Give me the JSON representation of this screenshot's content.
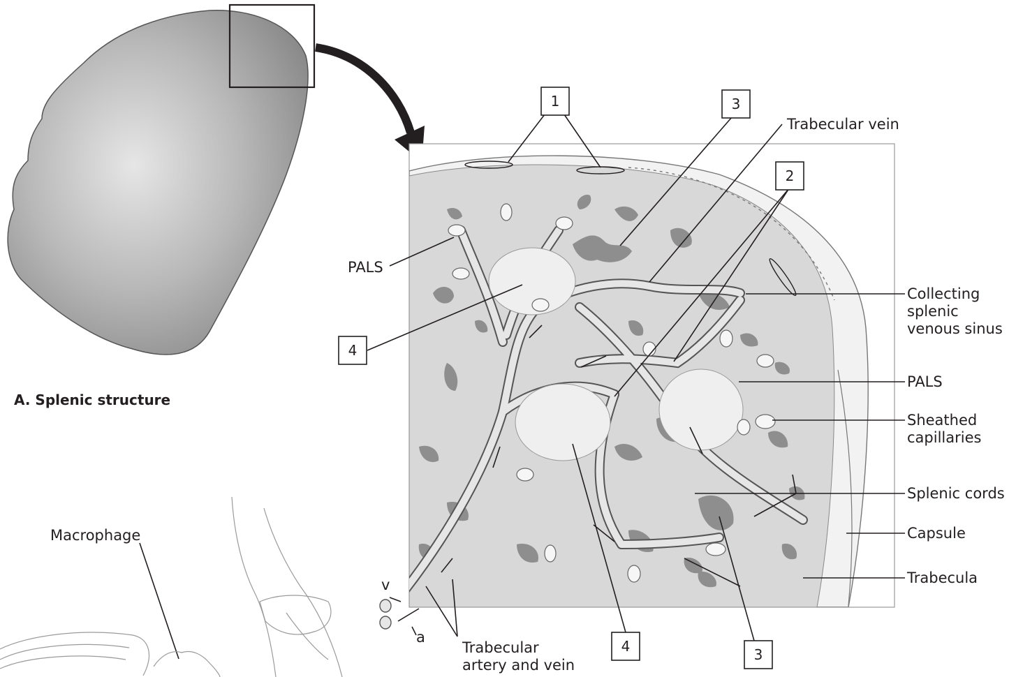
{
  "panel_title": "A. Splenic structure",
  "number_boxes": [
    "1",
    "3",
    "2",
    "4",
    "4",
    "3"
  ],
  "labels": {
    "trabecular_vein": "Trabecular vein",
    "pals_left": "PALS",
    "collecting": [
      "Collecting",
      "splenic",
      "venous sinus"
    ],
    "pals_right": "PALS",
    "sheathed": [
      "Sheathed",
      "capillaries"
    ],
    "splenic_cords": "Splenic cords",
    "capsule": "Capsule",
    "trabecula": "Trabecula",
    "macrophage": "Macrophage",
    "trab_art_vein": [
      "Trabecular",
      "artery and vein"
    ],
    "v": "v",
    "a": "a"
  },
  "colors": {
    "spleen": "#a9a9a9",
    "pulp": "#d8d8d8",
    "red_pulp_spots": "#8e8e8e",
    "vessel": "#e4e4e4",
    "line": "#231f20"
  }
}
